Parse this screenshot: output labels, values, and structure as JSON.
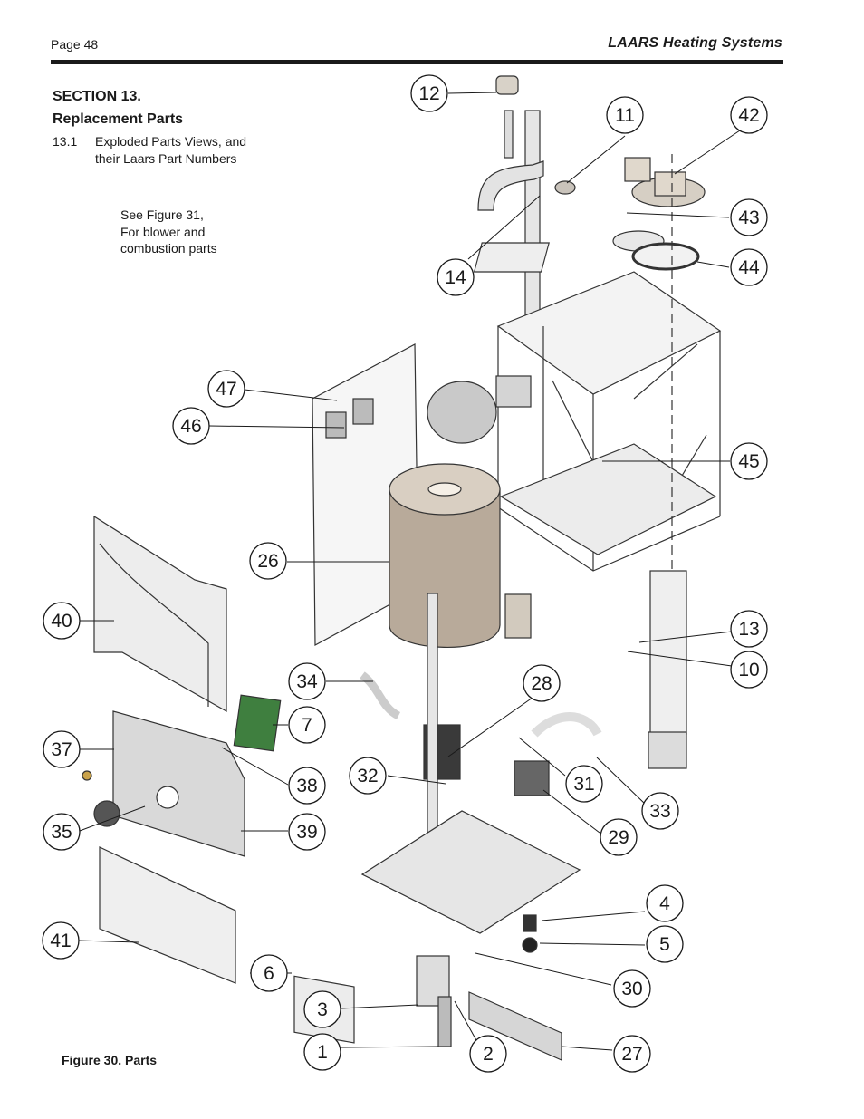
{
  "header": {
    "page_number": "Page 48",
    "brand": "LAARS Heating Systems"
  },
  "section": {
    "title_line1": "SECTION 13.",
    "title_line2": "Replacement Parts",
    "sub_number": "13.1",
    "sub_text_line1": "Exploded Parts Views, and",
    "sub_text_line2": "their Laars Part Numbers"
  },
  "note": {
    "line1": "See Figure 31,",
    "line2": "For blower and",
    "line3": "combustion parts"
  },
  "caption": "Figure 30.  Parts",
  "callouts": [
    "12",
    "11",
    "42",
    "43",
    "44",
    "14",
    "47",
    "46",
    "45",
    "26",
    "40",
    "13",
    "10",
    "34",
    "28",
    "7",
    "37",
    "38",
    "32",
    "31",
    "33",
    "35",
    "39",
    "29",
    "41",
    "4",
    "5",
    "6",
    "30",
    "3",
    "1",
    "2",
    "27"
  ]
}
